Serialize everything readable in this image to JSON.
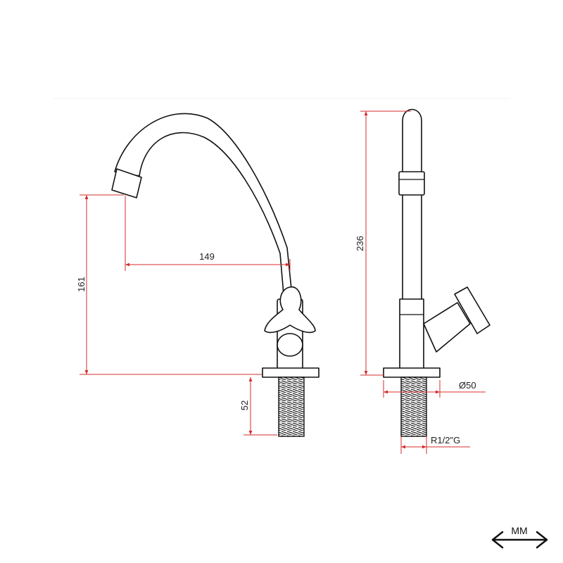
{
  "colors": {
    "dimension_line": "#d42c2c",
    "outline": "#111111",
    "background": "#ffffff"
  },
  "dimensions": {
    "spout_reach": "149",
    "outlet_height": "161",
    "total_height": "236",
    "thread_length": "52",
    "base_diameter": "Ø50",
    "thread_size": "R1/2\"G"
  },
  "unit_legend": {
    "label": "MM",
    "icon": "double-arrow-icon"
  }
}
